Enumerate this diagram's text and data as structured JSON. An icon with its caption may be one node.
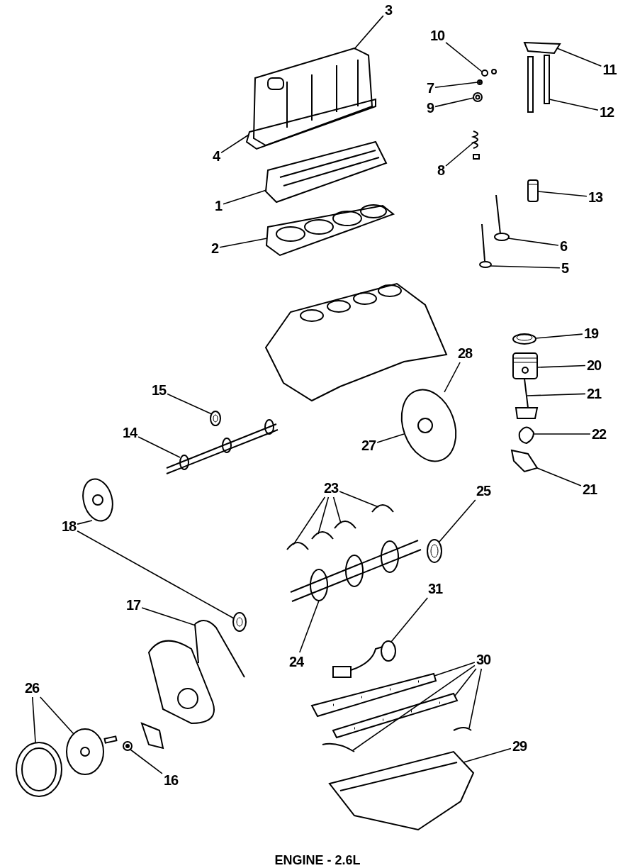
{
  "diagram": {
    "caption": "ENGINE - 2.6L",
    "nodes": [
      {
        "text": [
          "3"
        ]
      },
      {
        "text": [
          "10"
        ]
      },
      {
        "text": [
          "11"
        ]
      },
      {
        "text": [
          "7"
        ]
      },
      {
        "text": [
          "9"
        ]
      },
      {
        "text": [
          "12"
        ]
      },
      {
        "text": [
          "4"
        ]
      },
      {
        "text": [
          "8"
        ]
      },
      {
        "text": [
          "13"
        ]
      },
      {
        "text": [
          "1"
        ]
      },
      {
        "text": [
          "2"
        ]
      },
      {
        "text": [
          "6"
        ]
      },
      {
        "text": [
          "5"
        ]
      },
      {
        "text": [
          "19"
        ]
      },
      {
        "text": [
          "28"
        ]
      },
      {
        "text": [
          "20"
        ]
      },
      {
        "text": [
          "15"
        ]
      },
      {
        "text": [
          "21"
        ]
      },
      {
        "text": [
          "14"
        ]
      },
      {
        "text": [
          "27"
        ]
      },
      {
        "text": [
          "22"
        ]
      },
      {
        "text": [
          "21"
        ]
      },
      {
        "text": [
          "18"
        ]
      },
      {
        "text": [
          "23"
        ]
      },
      {
        "text": [
          "25"
        ]
      },
      {
        "text": [
          "17"
        ]
      },
      {
        "text": [
          "31"
        ]
      },
      {
        "text": [
          "24"
        ]
      },
      {
        "text": [
          "30"
        ]
      },
      {
        "text": [
          "29"
        ]
      },
      {
        "text": [
          "26"
        ]
      },
      {
        "text": [
          "16"
        ]
      },
      {
        "text": [],
        "shape": "picture"
      },
      {
        "text": [],
        "shape": "picture"
      },
      {
        "text": [],
        "shape": "picture"
      },
      {
        "text": [],
        "shape": "picture"
      },
      {
        "text": [],
        "shape": "picture"
      },
      {
        "text": [],
        "shape": "picture"
      },
      {
        "text": [],
        "shape": "picture"
      },
      {
        "text": [],
        "shape": "picture"
      },
      {
        "text": [],
        "shape": "picture"
      },
      {
        "text": [],
        "shape": "picture"
      },
      {
        "text": [],
        "shape": "picture"
      },
      {
        "text": [],
        "shape": "picture"
      },
      {
        "text": [],
        "shape": "picture"
      },
      {
        "text": [],
        "shape": "picture"
      },
      {
        "text": [],
        "shape": "picture"
      },
      {
        "text": [],
        "shape": "picture"
      },
      {
        "text": [],
        "shape": "picture"
      },
      {
        "text": [],
        "shape": "picture"
      },
      {
        "text": [],
        "shape": "picture"
      },
      {
        "text": [],
        "shape": "picture"
      },
      {
        "text": [],
        "shape": "picture"
      },
      {
        "text": [],
        "shape": "picture"
      },
      {
        "text": [],
        "shape": "picture"
      },
      {
        "text": [],
        "shape": "picture"
      },
      {
        "text": [],
        "shape": "picture"
      },
      {
        "text": [],
        "shape": "picture"
      },
      {
        "text": [],
        "shape": "picture"
      },
      {
        "text": [],
        "shape": "picture"
      },
      {
        "text": [],
        "shape": "picture"
      },
      {
        "text": [],
        "shape": "picture"
      },
      {
        "text": [],
        "shape": "picture"
      },
      {
        "text": [],
        "shape": "picture"
      },
      {
        "text": [],
        "shape": "picture"
      },
      {
        "text": [],
        "shape": "picture"
      },
      {
        "text": [],
        "shape": "picture"
      },
      {
        "text": [],
        "shape": "picture"
      },
      {
        "text": [],
        "shape": "picture"
      },
      {
        "text": [],
        "shape": "picture"
      },
      {
        "text": [],
        "shape": "picture"
      }
    ],
    "edges": [
      {
        "from": 0,
        "to": 32,
        "arrow": "none"
      },
      {
        "from": 1,
        "to": 33,
        "arrow": "none"
      },
      {
        "from": 2,
        "to": 34,
        "arrow": "none"
      },
      {
        "from": 3,
        "to": 35,
        "arrow": "none"
      },
      {
        "from": 4,
        "to": 36,
        "arrow": "none"
      },
      {
        "from": 5,
        "to": 37,
        "arrow": "none"
      },
      {
        "from": 6,
        "to": 38,
        "arrow": "none"
      },
      {
        "from": 7,
        "to": 39,
        "arrow": "none"
      },
      {
        "from": 8,
        "to": 40,
        "arrow": "none"
      },
      {
        "from": 9,
        "to": 41,
        "arrow": "none"
      },
      {
        "from": 10,
        "to": 42,
        "arrow": "none"
      },
      {
        "from": 11,
        "to": 43,
        "arrow": "none"
      },
      {
        "from": 12,
        "to": 44,
        "arrow": "none"
      },
      {
        "from": 13,
        "to": 45,
        "arrow": "none"
      },
      {
        "from": 14,
        "to": 46,
        "arrow": "none"
      },
      {
        "from": 15,
        "to": 47,
        "arrow": "none"
      },
      {
        "from": 16,
        "to": 48,
        "arrow": "none"
      },
      {
        "from": 17,
        "to": 49,
        "arrow": "none"
      },
      {
        "from": 18,
        "to": 50,
        "arrow": "none"
      },
      {
        "from": 19,
        "to": 46,
        "arrow": "none"
      },
      {
        "from": 20,
        "to": 51,
        "arrow": "none"
      },
      {
        "from": 21,
        "to": 52,
        "arrow": "none"
      },
      {
        "from": 22,
        "to": 53,
        "arrow": "none"
      },
      {
        "from": 22,
        "to": 54,
        "arrow": "none"
      },
      {
        "from": 23,
        "to": 55,
        "arrow": "none"
      },
      {
        "from": 23,
        "to": 56,
        "arrow": "none"
      },
      {
        "from": 23,
        "to": 57,
        "arrow": "none"
      },
      {
        "from": 23,
        "to": 58,
        "arrow": "none"
      },
      {
        "from": 24,
        "to": 59,
        "arrow": "none"
      },
      {
        "from": 25,
        "to": 60,
        "arrow": "none"
      },
      {
        "from": 26,
        "to": 61,
        "arrow": "none"
      },
      {
        "from": 27,
        "to": 62,
        "arrow": "none"
      },
      {
        "from": 28,
        "to": 63,
        "arrow": "none"
      },
      {
        "from": 28,
        "to": 64,
        "arrow": "none"
      },
      {
        "from": 28,
        "to": 65,
        "arrow": "none"
      },
      {
        "from": 28,
        "to": 66,
        "arrow": "none"
      },
      {
        "from": 29,
        "to": 67,
        "arrow": "none"
      },
      {
        "from": 30,
        "to": 68,
        "arrow": "none"
      },
      {
        "from": 30,
        "to": 69,
        "arrow": "none"
      },
      {
        "from": 31,
        "to": 70,
        "arrow": "none"
      }
    ]
  }
}
